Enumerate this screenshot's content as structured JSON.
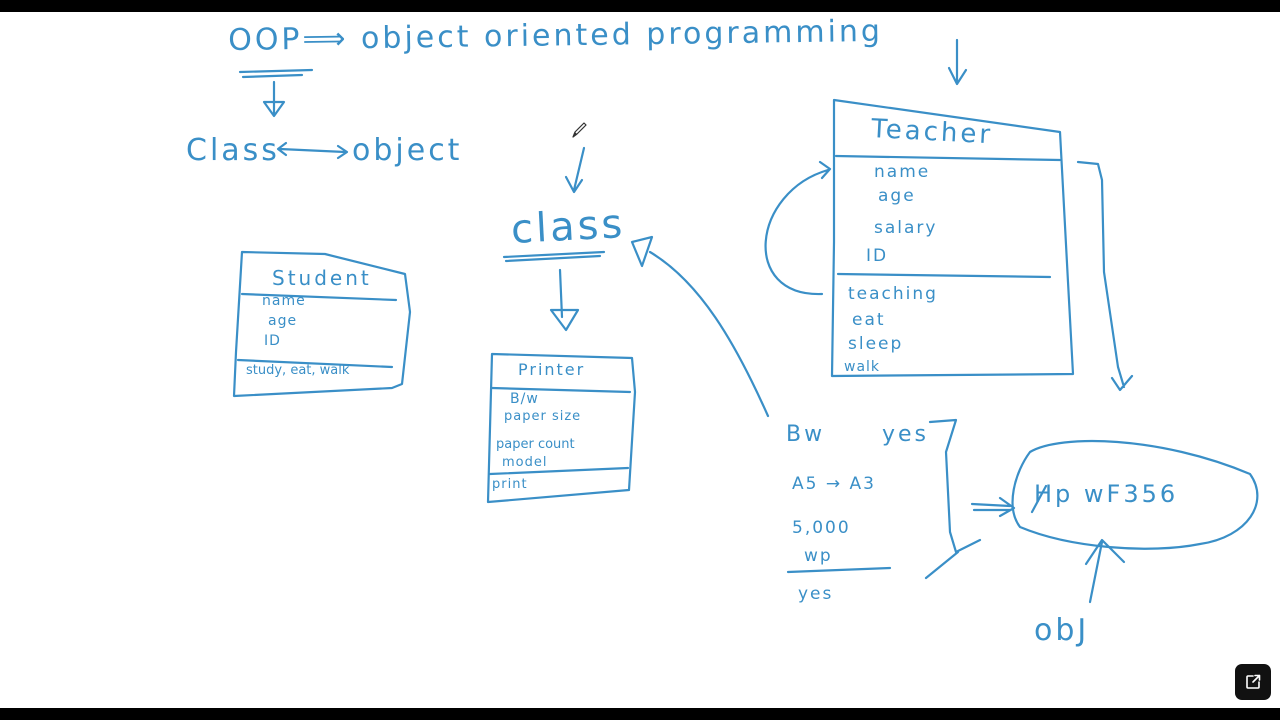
{
  "colors": {
    "ink": "#3a8fc7",
    "background": "#ffffff",
    "letterbox": "#000000",
    "share_button_bg": "#111111"
  },
  "whiteboard": {
    "title": "OOP⟹ object oriented programming",
    "concept_class": "Class",
    "concept_object": "object",
    "center_class": "class",
    "student_card": {
      "header": "Student",
      "attributes": [
        "name",
        "age",
        "ID"
      ],
      "methods": "study, eat, walk"
    },
    "printer_card": {
      "header": "Printer",
      "attributes": [
        "B/w",
        "paper size",
        "paper count",
        "model"
      ],
      "methods": "print"
    },
    "teacher_card": {
      "header": "Teacher",
      "attributes": [
        "name",
        "age",
        "salary",
        "ID"
      ],
      "methods": [
        "teaching",
        "eat",
        "sleep",
        "walk"
      ]
    },
    "printer_specs": {
      "bw": "Bw",
      "bw_value": "yes",
      "paper": "A5 → A3",
      "count": "5,000",
      "model": "wp",
      "print": "yes"
    },
    "object_instance": "Hp wF356",
    "object_label": "obJ"
  },
  "icons": {
    "share": "share-icon",
    "cursor": "pen-cursor-icon"
  }
}
